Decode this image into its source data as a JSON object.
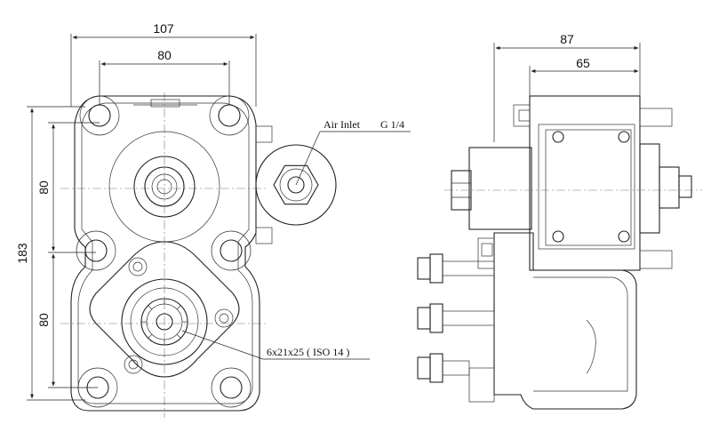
{
  "dimensions": {
    "front_width_overall": "107",
    "front_hole_spacing": "80",
    "front_height_overall": "183",
    "front_upper_spacing": "80",
    "front_lower_spacing": "80",
    "side_depth_overall": "87",
    "side_depth_partial": "65"
  },
  "callouts": {
    "air_inlet_label": "Air Inlet",
    "air_inlet_thread": "G 1/4",
    "shaft_spec": "6x21x25 ( ISO 14 )"
  }
}
